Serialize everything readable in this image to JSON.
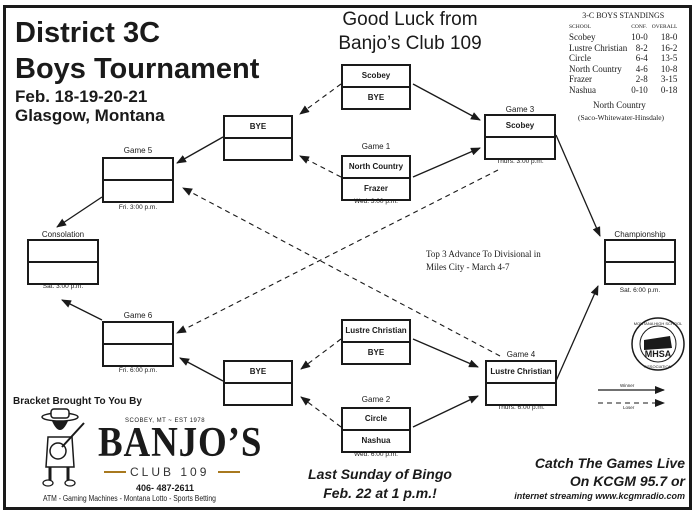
{
  "header": {
    "title_line1": "District 3C",
    "title_line2": "Boys Tournament",
    "dates": "Feb. 18-19-20-21",
    "location": "Glasgow, Montana",
    "sponsor_line1": "Good Luck from",
    "sponsor_line2": "Banjo’s Club 109"
  },
  "standings": {
    "title": "3-C BOYS STANDINGS",
    "columns": [
      "SCHOOL",
      "CONF.",
      "OVERALL"
    ],
    "rows": [
      {
        "school": "Scobey",
        "conf": "10-0",
        "overall": "18-0"
      },
      {
        "school": "Lustre Christian",
        "conf": "8-2",
        "overall": "16-2"
      },
      {
        "school": "Circle",
        "conf": "6-4",
        "overall": "13-5"
      },
      {
        "school": "North Country",
        "conf": "4-6",
        "overall": "10-8"
      },
      {
        "school": "Frazer",
        "conf": "2-8",
        "overall": "3-15"
      },
      {
        "school": "Nashua",
        "conf": "0-10",
        "overall": "0-18"
      }
    ],
    "note_line1": "North Country",
    "note_line2": "(Saco-Whitewater-Hinsdale)"
  },
  "bracket": {
    "scobey_bye": {
      "top": "Scobey",
      "bottom": "BYE"
    },
    "game1": {
      "label": "Game 1",
      "top": "North Country",
      "bottom": "Frazer",
      "time": "Wed. 3:00 p.m."
    },
    "bye_upper": {
      "top": "BYE",
      "bottom": ""
    },
    "game3": {
      "label": "Game 3",
      "top": "Scobey",
      "bottom": "",
      "time": "Thurs. 3:00 p.m."
    },
    "game5": {
      "label": "Game 5",
      "top": "",
      "bottom": "",
      "time": "Fri. 3:00 p.m."
    },
    "consolation": {
      "label": "Consolation",
      "top": "",
      "bottom": "",
      "time": "Sat. 3:00 p.m."
    },
    "championship": {
      "label": "Championship",
      "top": "",
      "bottom": "",
      "time": "Sat. 6:00 p.m."
    },
    "game6": {
      "label": "Game 6",
      "top": "",
      "bottom": "",
      "time": "Fri. 6:00 p.m."
    },
    "bye_lower": {
      "top": "BYE",
      "bottom": ""
    },
    "lustre_bye": {
      "top": "Lustre Christian",
      "bottom": "BYE"
    },
    "game2": {
      "label": "Game 2",
      "top": "Circle",
      "bottom": "Nashua",
      "time": "Wed. 6:00  p.m."
    },
    "game4": {
      "label": "Game 4",
      "top": "Lustre Christian",
      "bottom": "",
      "time": "Thurs. 6:00 p.m."
    }
  },
  "advance_note_line1": "Top  3 Advance To Divisional in",
  "advance_note_line2": "Miles City - March 4-7",
  "legend": {
    "winner": "Winner",
    "loser": "Loser"
  },
  "mhsa_logo": {
    "top_text": "MONTANA HIGH SCHOOL",
    "center": "MHSA",
    "bottom_text": "ASSOCIATION"
  },
  "sponsor_ad": {
    "heading": "Bracket Brought To You By",
    "tagline": "SCOBEY, MT ~ EST 1978",
    "name": "BANJO’S",
    "club": "CLUB 109",
    "phone": "406- 487-2611",
    "services": "ATM - Gaming Machines - Montana Lotto -  Sports Betting",
    "accent_color": "#a8791f"
  },
  "bingo": {
    "line1": "Last Sunday of Bingo",
    "line2": "Feb. 22 at 1 p.m.!"
  },
  "radio": {
    "line1": "Catch The Games Live",
    "line2": "On KCGM 95.7 or",
    "line3": "internet streaming  www.kcgmradio.com"
  }
}
